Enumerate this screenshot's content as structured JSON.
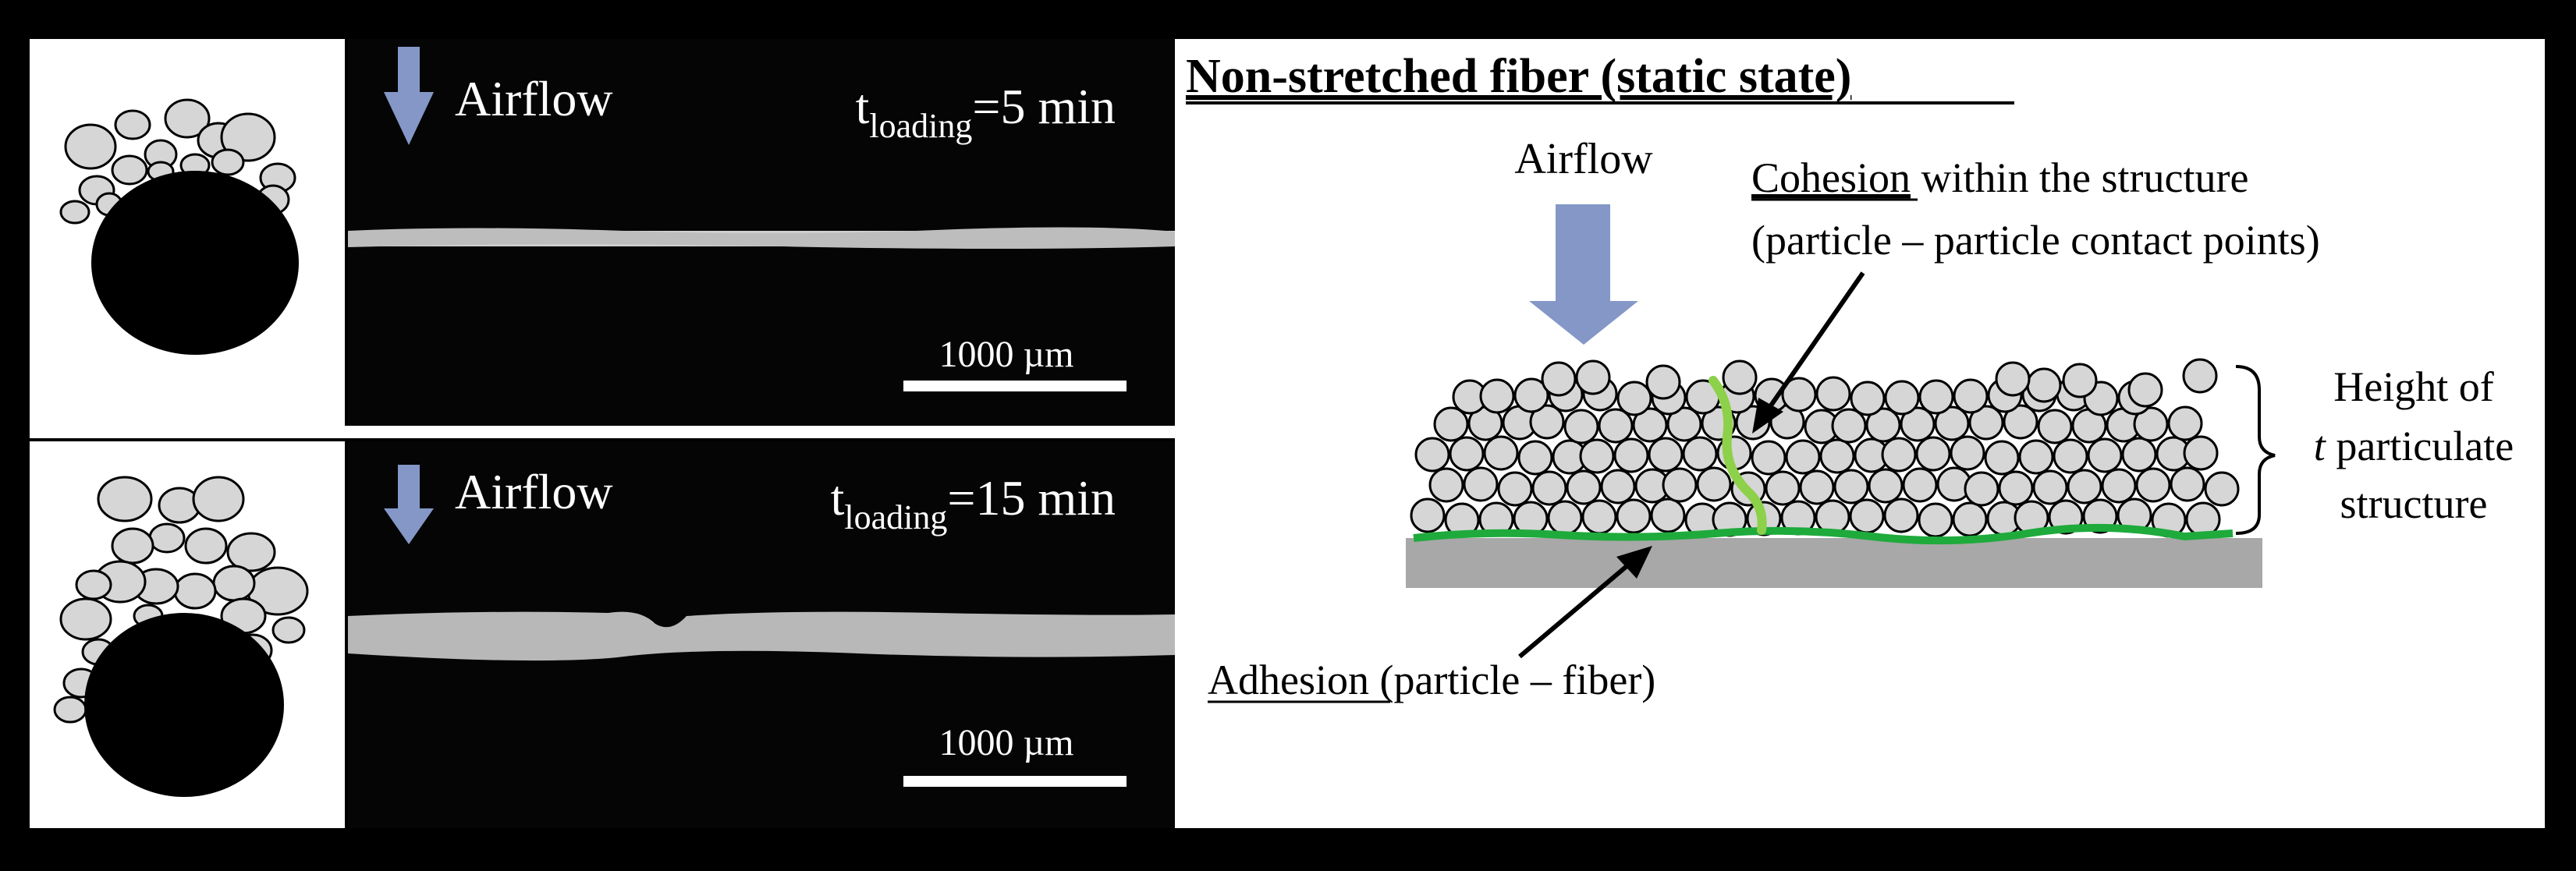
{
  "left_panels": {
    "top": {
      "arrow_label": "Airflow",
      "time_symbol": "t",
      "time_subscript": "loading",
      "time_value": "=5 min",
      "scale_label": "1000 µm"
    },
    "bottom": {
      "arrow_label": "Airflow",
      "time_symbol": "t",
      "time_subscript": "loading",
      "time_value": "=15 min",
      "scale_label": "1000 µm"
    }
  },
  "right_panel": {
    "title": "Non-stretched fiber (static state)",
    "airflow_label": "Airflow",
    "cohesion_word": "Cohesion",
    "cohesion_rest": " within the structure",
    "cohesion_line2": "(particle – particle contact points)",
    "adhesion_word": "Adhesion",
    "adhesion_rest": " (particle – fiber)",
    "height_line1": "Height of",
    "height_symbol": "t",
    "height_line2_rest": " particulate",
    "height_line3": "structure"
  },
  "colors": {
    "frame": "#000000",
    "airflow_arrow": "#8497c7",
    "particle_fill": "#d6d6d6",
    "adhesion_line": "#1faa3c",
    "cohesion_line": "#8dd04a",
    "substrate": "#a8a8a8"
  }
}
